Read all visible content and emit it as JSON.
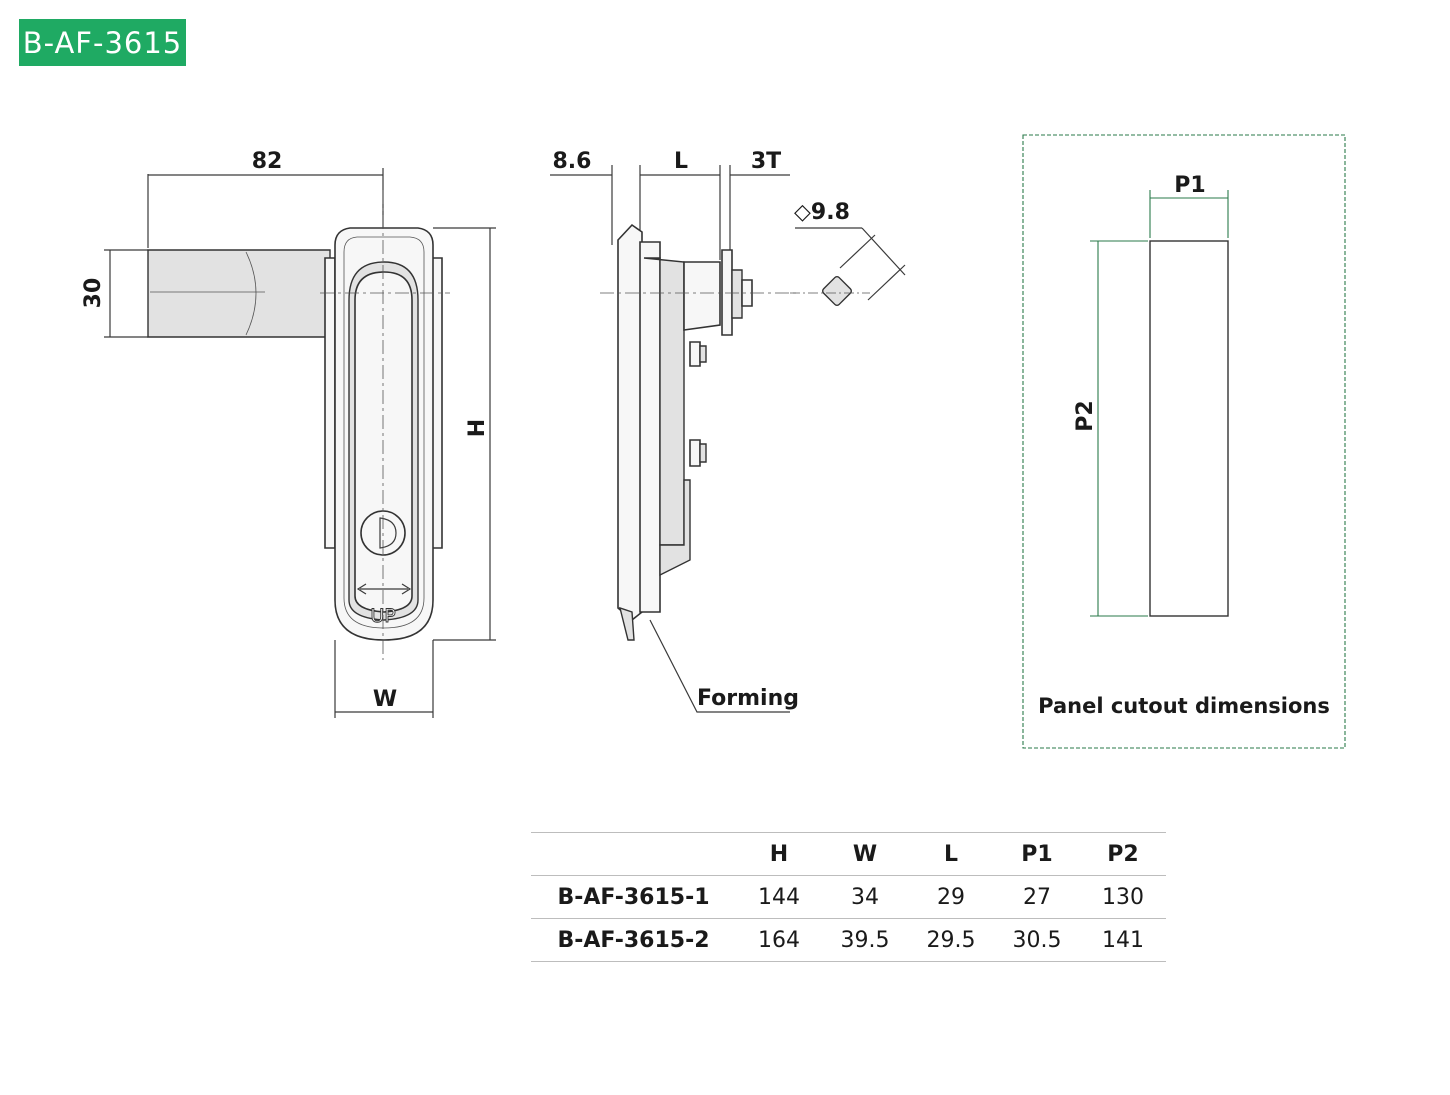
{
  "badge": {
    "label": "B-AF-3615",
    "color": "#1faa63"
  },
  "front_view": {
    "dim_width_top": "82",
    "dim_handle_height": "30",
    "dim_height": "H",
    "dim_width": "W",
    "handle_marking": "UP"
  },
  "side_view": {
    "dim_left": "8.6",
    "dim_mid": "L",
    "dim_right": "3T",
    "dim_square": "◇9.8",
    "forming_label": "Forming"
  },
  "panel_cutout": {
    "dim_p1": "P1",
    "dim_p2": "P2",
    "caption": "Panel cutout dimensions",
    "background": "#fbfaf3"
  },
  "spec_table": {
    "headers": [
      "",
      "H",
      "W",
      "L",
      "P1",
      "P2"
    ],
    "rows": [
      {
        "model": "B-AF-3615-1",
        "H": "144",
        "W": "34",
        "L": "29",
        "P1": "27",
        "P2": "130"
      },
      {
        "model": "B-AF-3615-2",
        "H": "164",
        "W": "39.5",
        "L": "29.5",
        "P1": "30.5",
        "P2": "141"
      }
    ]
  }
}
